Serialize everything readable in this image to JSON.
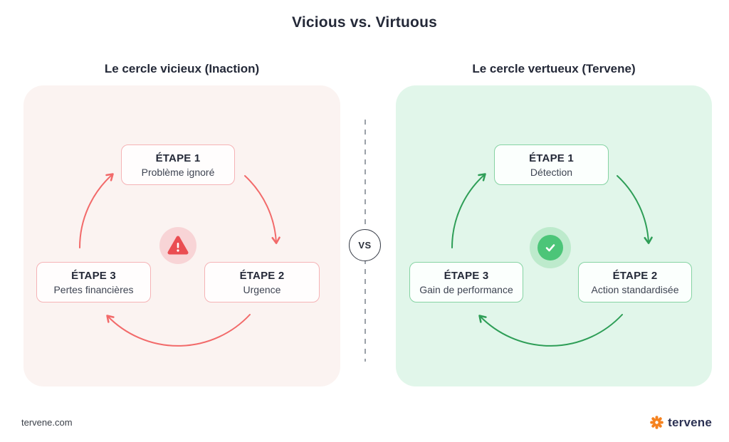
{
  "title": "Vicious vs. Virtuous",
  "panels": {
    "vicious": {
      "heading": "Le cercle vicieux (Inaction)",
      "steps": [
        {
          "label": "ÉTAPE 1",
          "text": "Problème ignoré"
        },
        {
          "label": "ÉTAPE 2",
          "text": "Urgence"
        },
        {
          "label": "ÉTAPE 3",
          "text": "Pertes financières"
        }
      ],
      "center_icon": "warning-triangle-icon",
      "colors": {
        "panel_bg": "#fbf3f1",
        "box_border": "#f5b3b6",
        "arrow": "#f26a6a",
        "icon": "#ea4d52",
        "icon_halo": "#f8d4d6"
      }
    },
    "virtuous": {
      "heading": "Le cercle vertueux (Tervene)",
      "steps": [
        {
          "label": "ÉTAPE 1",
          "text": "Détection"
        },
        {
          "label": "ÉTAPE 2",
          "text": "Action standardisée"
        },
        {
          "label": "ÉTAPE 3",
          "text": "Gain de performance"
        }
      ],
      "center_icon": "check-icon",
      "colors": {
        "panel_bg": "#e1f6ea",
        "box_border": "#86d3a3",
        "arrow": "#2e9e57",
        "icon": "#4cc578",
        "icon_halo": "#bdeacc"
      }
    }
  },
  "divider": {
    "label": "VS"
  },
  "footer": {
    "site": "tervene.com",
    "brand": "tervene"
  }
}
